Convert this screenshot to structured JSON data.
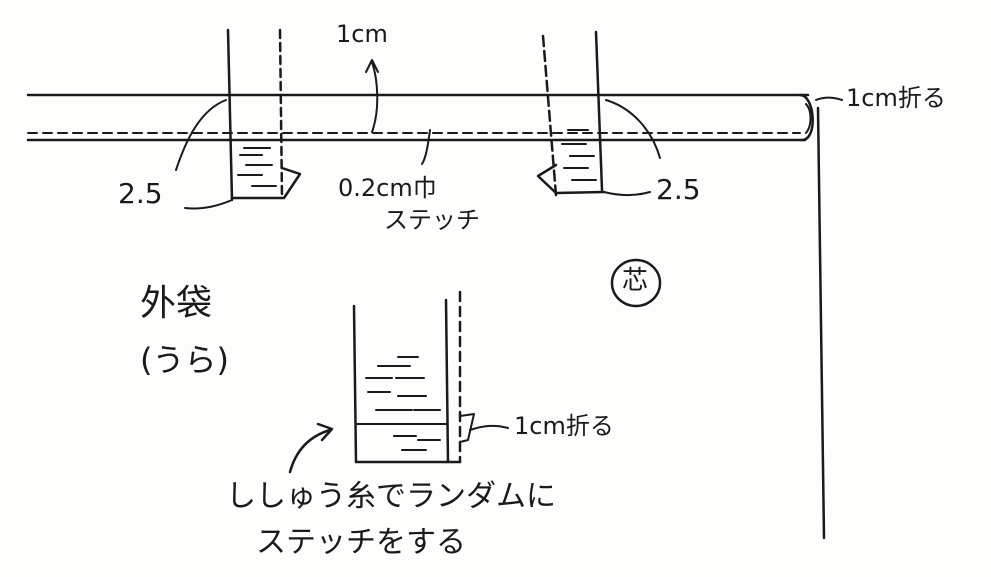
{
  "labels": {
    "top_fold_width": "1cm",
    "fold_right": "1cm折る",
    "left_measure": "2.5",
    "right_measure": "2.5",
    "stitch_line1": "0.2cm巾",
    "stitch_line2": "ステッチ",
    "core": "芯",
    "outer_bag_line1": "外袋",
    "outer_bag_line2": "(うら)",
    "pocket_fold": "1cm折る",
    "sashiko_line1": "ししゅう糸でランダムに",
    "sashiko_line2": "ステッチをする"
  },
  "colors": {
    "ink": "#1a1a1a",
    "paper": "#fdfdfb"
  }
}
